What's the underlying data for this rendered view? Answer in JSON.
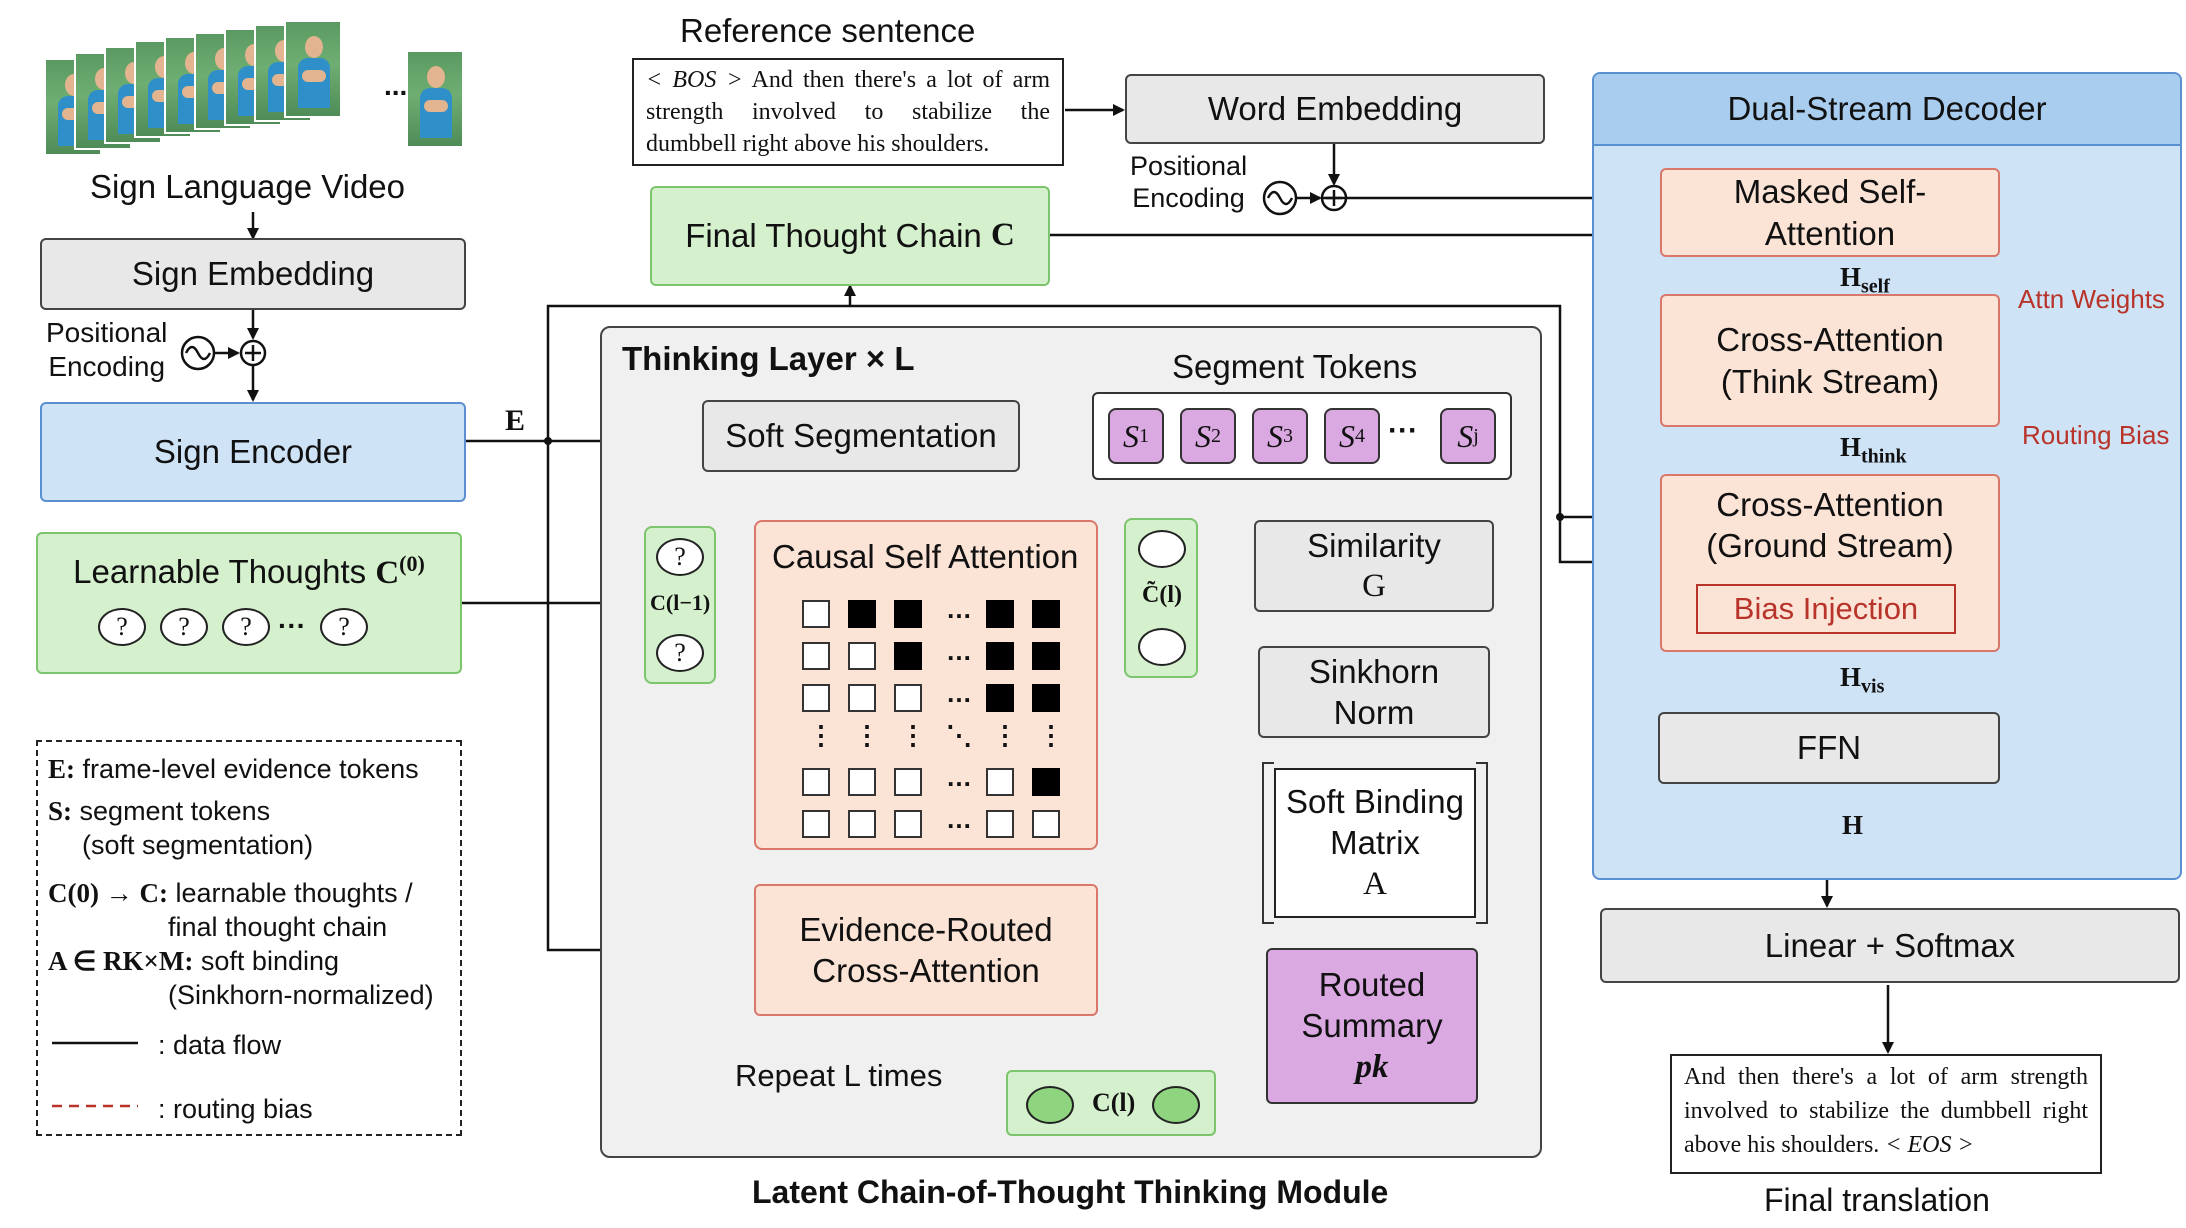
{
  "video": {
    "label": "Sign Language Video",
    "ellipsis": "..."
  },
  "sign_embedding": "Sign Embedding",
  "pos_enc_left": {
    "line1": "Positional",
    "line2": "Encoding"
  },
  "sign_encoder": "Sign Encoder",
  "e_label": "E",
  "learnable": {
    "label": "Learnable Thoughts",
    "symbol": "C",
    "superscript": "(0)",
    "ellipsis": "···"
  },
  "legend": {
    "e_key": "E:",
    "e_text": "frame-level evidence tokens",
    "s_key": "S:",
    "s_text1": "segment tokens",
    "s_text2": "(soft segmentation)",
    "c_key": "C(0) → C:",
    "c_text1": "learnable thoughts /",
    "c_text2": "final thought chain",
    "a_key": "A ∈ RK×M:",
    "a_text1": "soft binding",
    "a_text2": "(Sinkhorn-normalized)",
    "solid_text": ": data flow",
    "dashed_text": ": routing bias"
  },
  "reference": {
    "title": "Reference sentence",
    "bos": "< BOS >",
    "text": "And then there's a lot of arm strength involved to stabilize the dumbbell right above his shoulders."
  },
  "word_embedding": "Word Embedding",
  "pos_enc_right": {
    "line1": "Positional",
    "line2": "Encoding"
  },
  "final_chain": {
    "label": "Final Thought Chain",
    "symbol": "C"
  },
  "thinking": {
    "title": "Thinking Layer × L",
    "segment_tokens": "Segment Tokens",
    "soft_segmentation": "Soft Segmentation",
    "segments": [
      "S1",
      "S2",
      "S3",
      "S4",
      "Sj"
    ],
    "seg_ellipsis": "···",
    "c_prev": "C(l−1)",
    "c_tilde": "C̃(l)",
    "causal": "Causal Self Attention",
    "similarity": {
      "line1": "Similarity",
      "line2": "G"
    },
    "sinkhorn": {
      "line1": "Sinkhorn",
      "line2": "Norm"
    },
    "binding": {
      "line1": "Soft Binding",
      "line2": "Matrix",
      "line3": "A"
    },
    "evidence": {
      "line1": "Evidence-Routed",
      "line2": "Cross-Attention"
    },
    "routed": {
      "line1": "Routed",
      "line2": "Summary",
      "line3": "pk"
    },
    "repeat": "Repeat L times",
    "c_l": "C(l)"
  },
  "module_title": "Latent Chain-of-Thought Thinking Module",
  "decoder": {
    "title": "Dual-Stream Decoder",
    "masked": {
      "line1": "Masked Self-",
      "line2": "Attention"
    },
    "h_self": "Hself",
    "cross_think": {
      "line1": "Cross-Attention",
      "line2": "(Think Stream)"
    },
    "h_think": "Hthink",
    "cross_ground": {
      "line1": "Cross-Attention",
      "line2": "(Ground Stream)"
    },
    "bias_injection": "Bias Injection",
    "h_vis": "Hvis",
    "ffn": "FFN",
    "h": "H",
    "attn_weights": "Attn Weights",
    "routing_bias": "Routing Bias"
  },
  "linear_softmax": "Linear + Softmax",
  "output": {
    "text": "And then there's a lot of arm strength involved to stabilize the dumbbell right above his shoulders.",
    "eos": "< EOS >",
    "caption": "Final translation"
  },
  "mask_matrix": [
    [
      0,
      1,
      1,
      "…",
      1,
      1
    ],
    [
      0,
      0,
      1,
      "…",
      1,
      1
    ],
    [
      0,
      0,
      0,
      "…",
      1,
      1
    ],
    [
      "⋮",
      "⋮",
      "⋮",
      "⋱",
      "⋮",
      "⋮"
    ],
    [
      0,
      0,
      0,
      "…",
      0,
      1
    ],
    [
      0,
      0,
      0,
      "…",
      0,
      0
    ]
  ],
  "colors": {
    "routing_bias": "#b8342a",
    "encoder_blue": "#cfe3f6",
    "thought_green": "#d4f0cd",
    "attention_salmon": "#fbe3d6",
    "summary_pink": "#dba9e2"
  }
}
